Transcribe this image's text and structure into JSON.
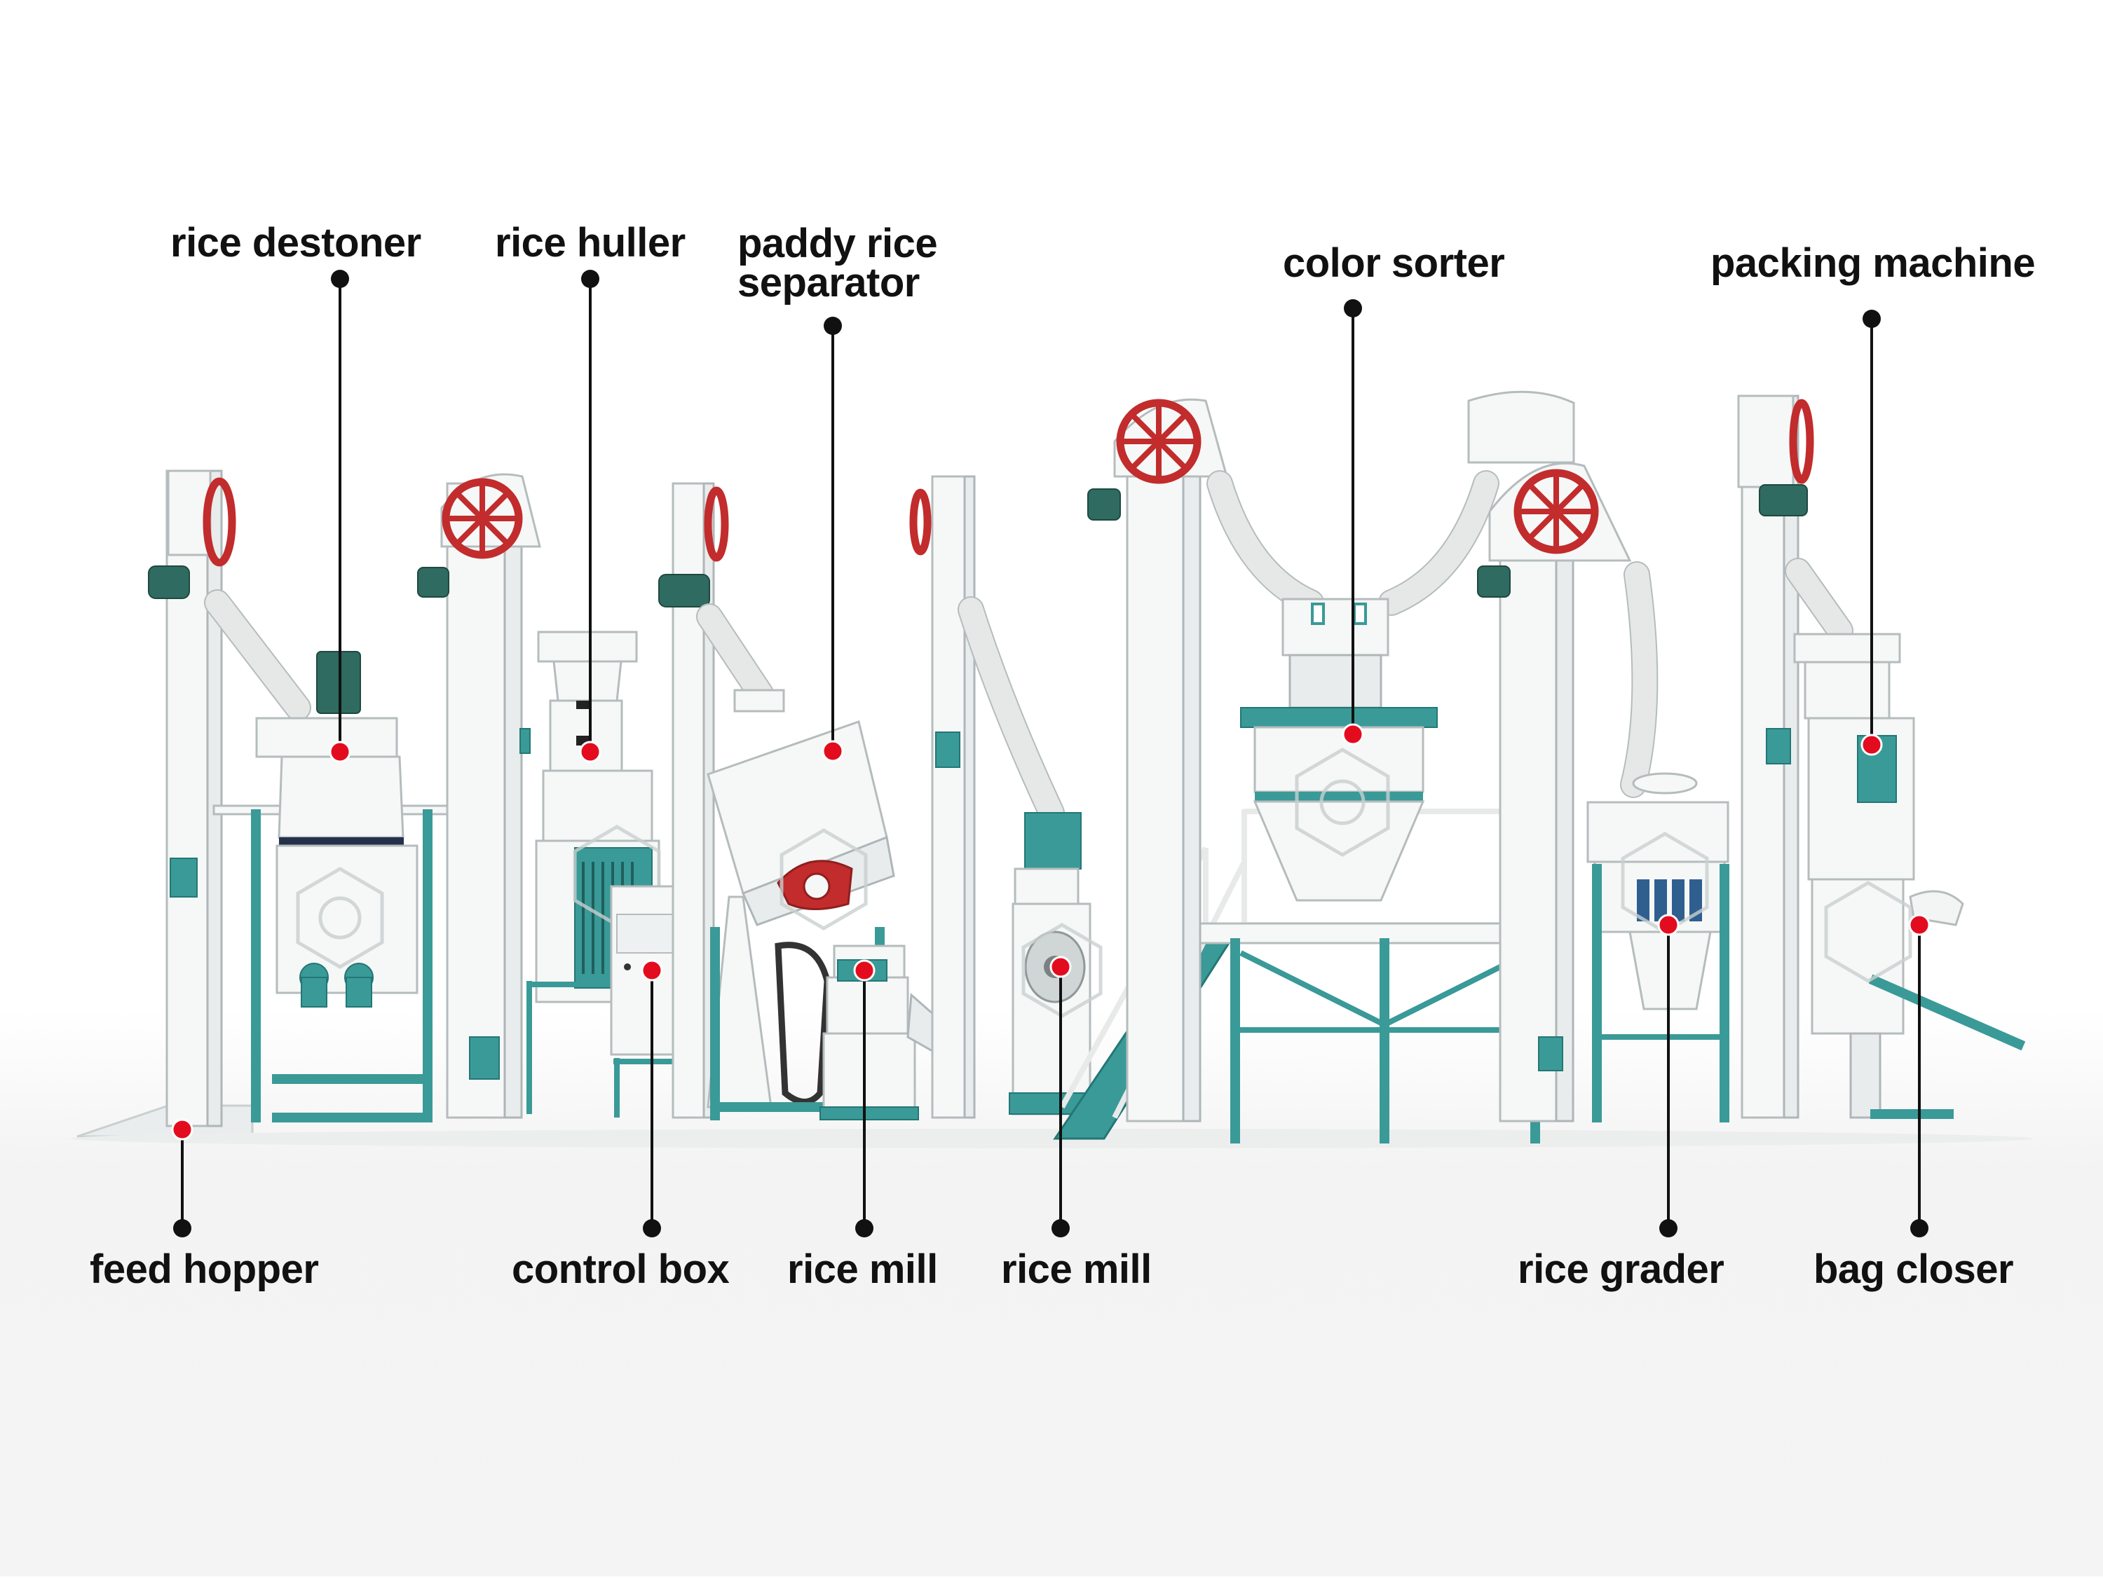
{
  "labels": {
    "rice_destoner": "rice destoner",
    "rice_huller": "rice huller",
    "paddy_rice_separator": "paddy rice separator",
    "color_sorter": "color sorter",
    "packing_machine": "packing machine",
    "feed_hopper": "feed hopper",
    "control_box": "control box",
    "rice_mill_1": "rice mill",
    "rice_mill_2": "rice mill",
    "rice_grader": "rice grader",
    "bag_closer": "bag closer"
  },
  "colors": {
    "frame_teal": "#3a9a98",
    "pulley_red": "#c22c2c",
    "motor_green": "#2f6b60",
    "marker_red": "#e30c1e",
    "machine_white": "#f6f7f7"
  }
}
